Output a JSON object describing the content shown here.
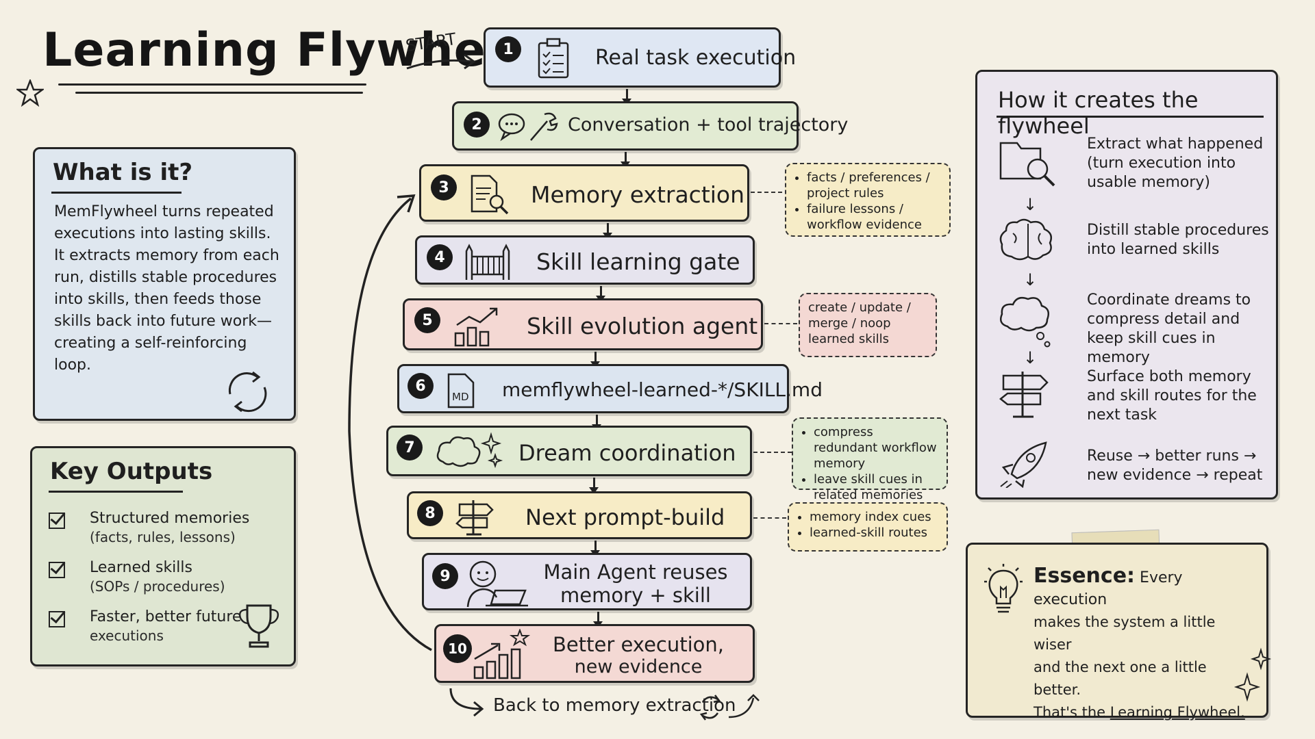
{
  "title": "Learning Flywheel",
  "start_label": "START",
  "what_is_it": {
    "heading": "What is it?",
    "body": "MemFlywheel turns repeated executions into lasting skills. It extracts memory from each run, distills stable procedures into skills, then feeds those skills back into future work—creating a self-reinforcing loop."
  },
  "key_outputs": {
    "heading": "Key Outputs",
    "items": [
      {
        "title": "Structured memories",
        "sub": "(facts, rules, lessons)"
      },
      {
        "title": "Learned skills",
        "sub": "(SOPs / procedures)"
      },
      {
        "title": "Faster, better future",
        "sub": "executions"
      }
    ]
  },
  "steps": [
    {
      "num": "1",
      "label": "Real task execution",
      "color": "#dfe7f3",
      "icon": "clipboard-icon"
    },
    {
      "num": "2",
      "label": "Conversation + tool trajectory",
      "color": "#e2ebd3",
      "icon": "chat-wrench-icon"
    },
    {
      "num": "3",
      "label": "Memory extraction",
      "color": "#f6ecc7",
      "icon": "document-search-icon"
    },
    {
      "num": "4",
      "label": "Skill learning gate",
      "color": "#e6e4ee",
      "icon": "gate-icon"
    },
    {
      "num": "5",
      "label": "Skill evolution agent",
      "color": "#f4d8d3",
      "icon": "growth-chart-icon"
    },
    {
      "num": "6",
      "label": "memflywheel-learned-*/SKILL.md",
      "color": "#dce5f0",
      "icon": "md-file-icon"
    },
    {
      "num": "7",
      "label": "Dream coordination",
      "color": "#e1ead3",
      "icon": "cloud-sparkle-icon"
    },
    {
      "num": "8",
      "label": "Next prompt-build",
      "color": "#f7ecc6",
      "icon": "signpost-icon"
    },
    {
      "num": "9",
      "label_line1": "Main Agent reuses",
      "label_line2": "memory + skill",
      "color": "#e6e3ef",
      "icon": "agent-laptop-icon"
    },
    {
      "num": "10",
      "label_line1": "Better execution,",
      "label_line2": "new evidence",
      "color": "#f4d9d4",
      "icon": "bar-chart-star-icon"
    }
  ],
  "notes": {
    "n3": [
      "facts / preferences / project rules",
      "failure lessons / workflow evidence"
    ],
    "n5": "create / update / merge / noop learned skills",
    "n7": [
      "compress redundant workflow memory",
      "leave skill cues in related memories"
    ],
    "n8": [
      "memory index cues",
      "learned-skill routes"
    ]
  },
  "back_label": "Back to memory extraction",
  "how": {
    "heading": "How it creates the flywheel",
    "rows": [
      {
        "icon": "folder-search-icon",
        "text": "Extract what happened (turn execution into usable memory)"
      },
      {
        "icon": "brain-icon",
        "text": "Distill stable procedures into learned skills"
      },
      {
        "icon": "thought-cloud-icon",
        "text": "Coordinate dreams to compress detail and keep skill cues in memory"
      },
      {
        "icon": "signpost-icon",
        "text": "Surface both memory and skill routes for the next task"
      },
      {
        "icon": "rocket-icon",
        "text": "Reuse → better runs → new evidence → repeat"
      }
    ]
  },
  "essence": {
    "label": "Essence:",
    "text1": "Every execution",
    "text2": "makes the system a little wiser",
    "text3": "and the next one a little better.",
    "text4a": "That's the ",
    "text4b": "Learning Flywheel."
  }
}
